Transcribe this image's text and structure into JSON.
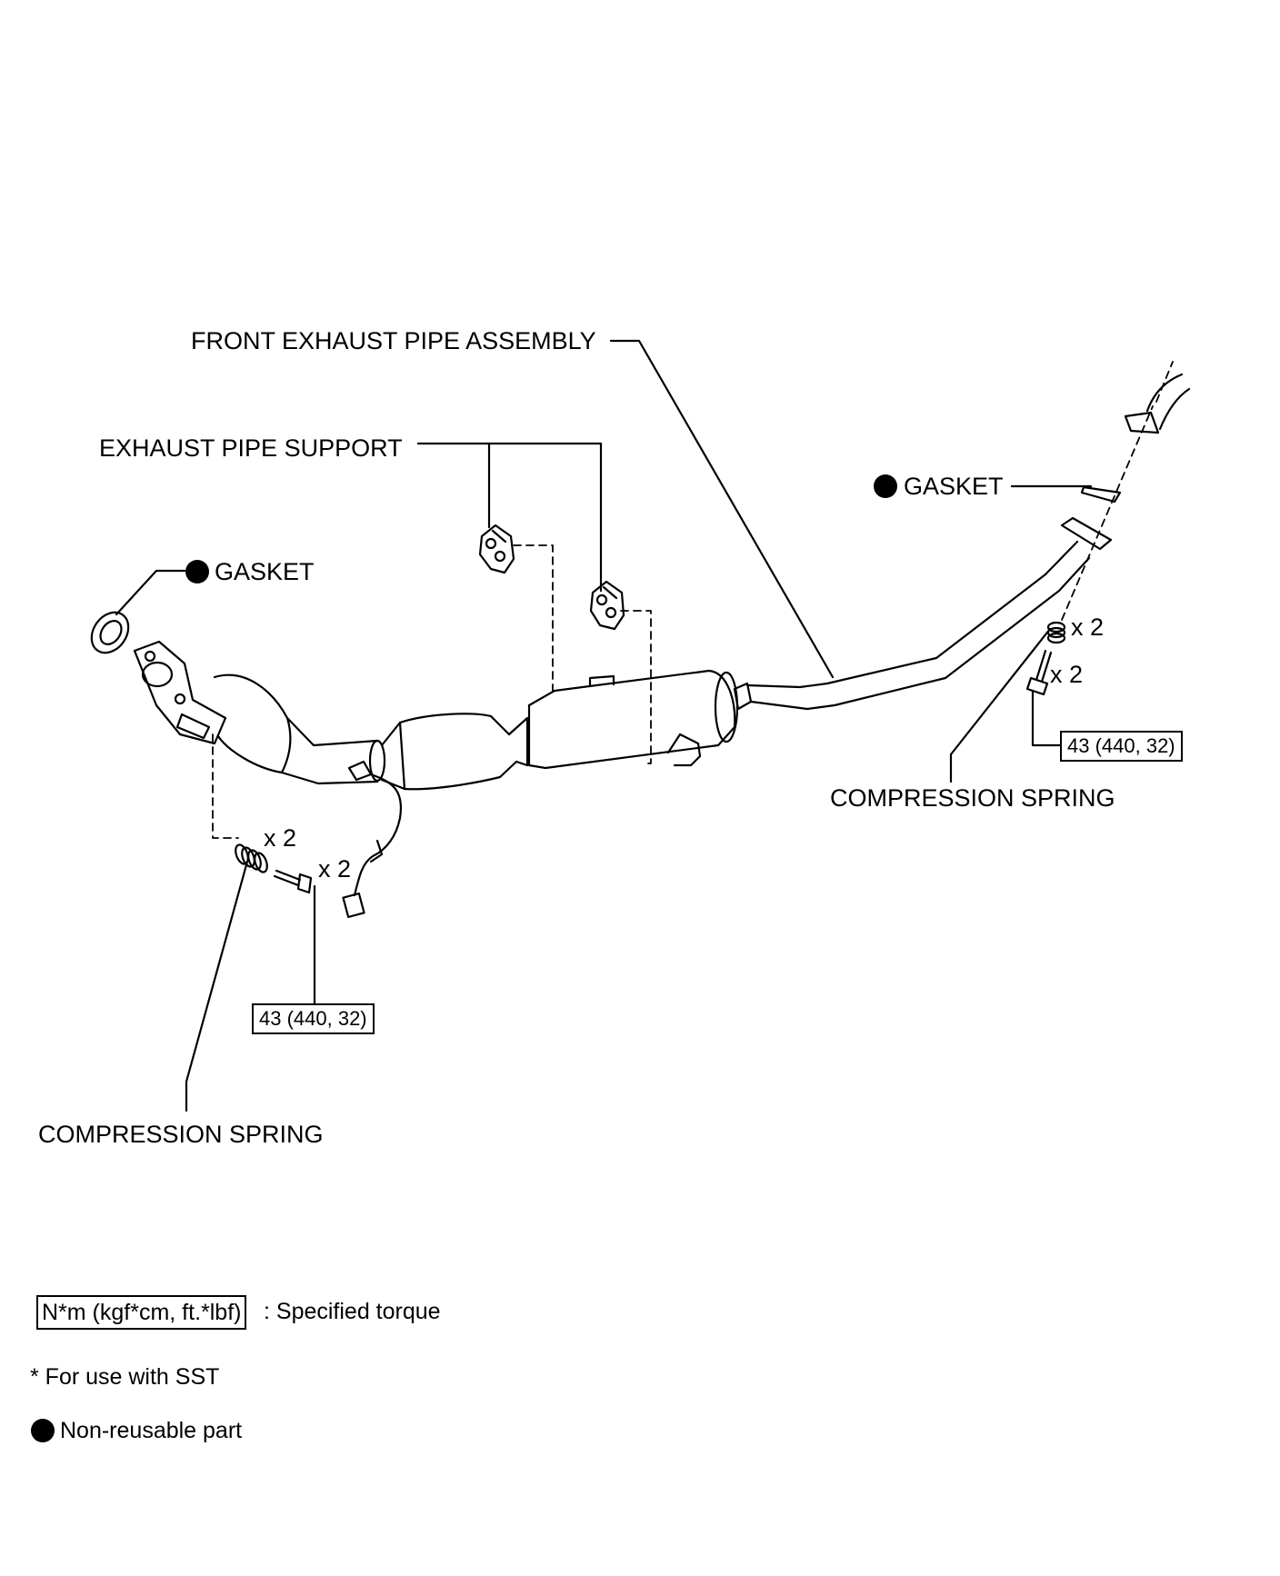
{
  "labels": {
    "front_exhaust_pipe_assembly": "FRONT EXHAUST PIPE ASSEMBLY",
    "exhaust_pipe_support": "EXHAUST PIPE SUPPORT",
    "gasket_left": "GASKET",
    "gasket_right": "GASKET",
    "compression_spring_left": "COMPRESSION SPRING",
    "compression_spring_right": "COMPRESSION SPRING"
  },
  "quantities": {
    "left_spring": "x 2",
    "left_bolt": "x 2",
    "right_spring": "x 2",
    "right_bolt": "x 2"
  },
  "torque": {
    "left": "43 (440, 32)",
    "right": "43 (440, 32)"
  },
  "legend": {
    "torque_box": "N*m (kgf*cm, ft.*lbf)",
    "torque_text": ": Specified torque",
    "sst": "* For use with SST",
    "non_reusable": "Non-reusable part"
  },
  "colors": {
    "line": "#000000",
    "background": "#ffffff"
  }
}
